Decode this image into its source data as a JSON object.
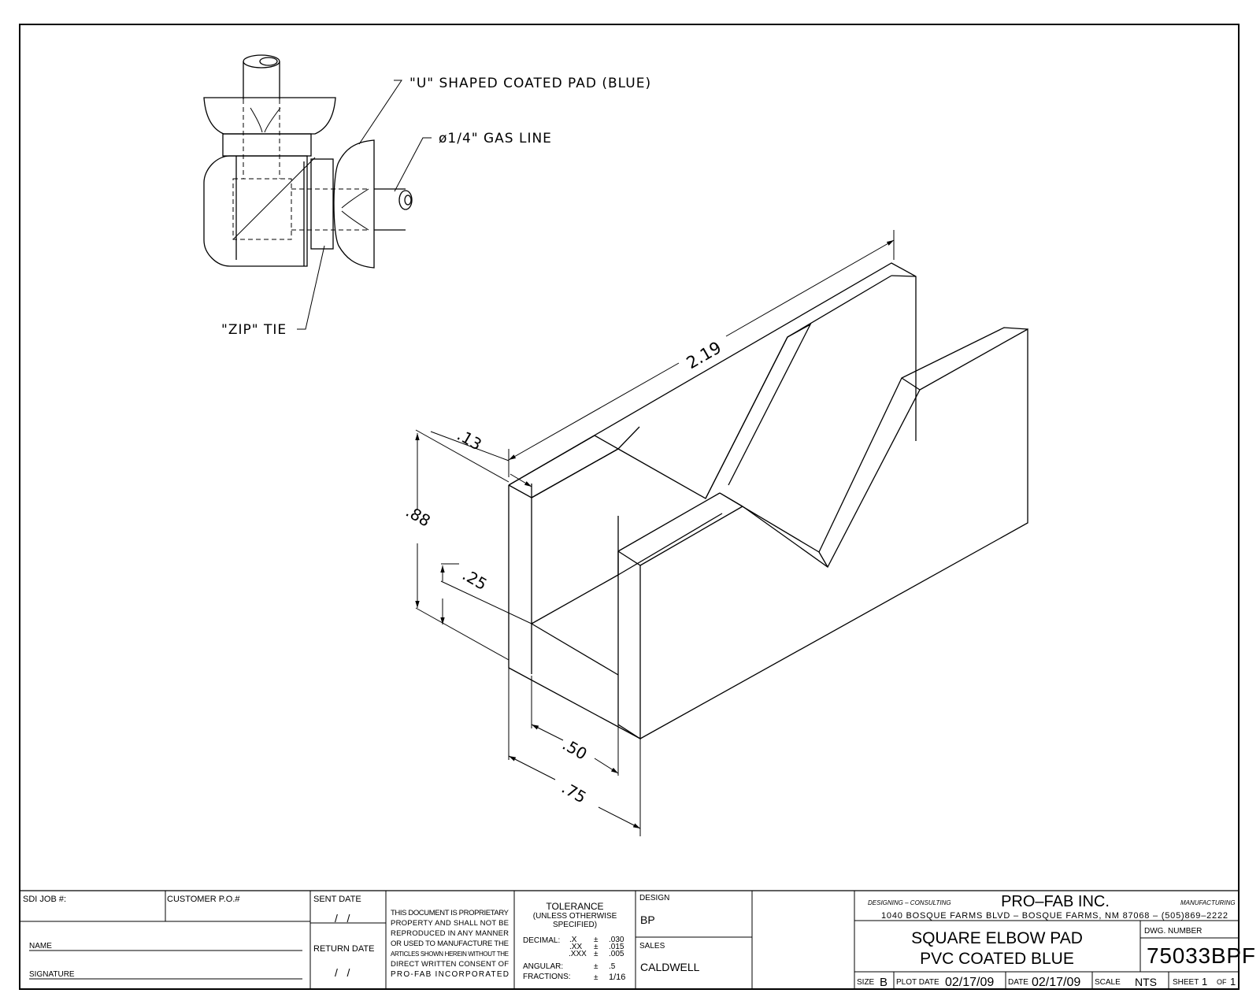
{
  "callouts": {
    "u_pad": "\"U\" SHAPED COATED PAD (BLUE)",
    "gas_line": "ø1/4\" GAS LINE",
    "zip_tie": "\"ZIP\" TIE"
  },
  "dimensions": {
    "length": "2.19",
    "wall": ".13",
    "height": ".88",
    "base": ".25",
    "inner_width": ".50",
    "outer_width": ".75"
  },
  "title_block": {
    "job_label": "SDI JOB #:",
    "customer_po_label": "CUSTOMER P.O.#",
    "name_label": "NAME",
    "signature_label": "SIGNATURE",
    "sent_date_label": "SENT DATE",
    "sent_date_value": "/   /",
    "return_date_label": "RETURN DATE",
    "return_date_value": "/   /",
    "proprietary_lines": [
      "THIS DOCUMENT IS PROPRIETARY",
      "PROPERTY AND SHALL NOT BE",
      "REPRODUCED IN ANY MANNER",
      "OR USED TO MANUFACTURE THE",
      "ARTICLES SHOWN HEREIN WITHOUT THE",
      "DIRECT WRITTEN CONSENT OF",
      "PRO-FAB INCORPORATED"
    ],
    "tolerance_title": "TOLERANCE",
    "tolerance_sub1": "(UNLESS OTHERWISE",
    "tolerance_sub2": "SPECIFIED)",
    "decimal_label": "DECIMAL:",
    "decimal_x": ".X",
    "decimal_xx": ".XX",
    "decimal_xxx": ".XXX",
    "pm": "±",
    "tol_x": ".030",
    "tol_xx": ".015",
    "tol_xxx": ".005",
    "angular_label": "ANGULAR:",
    "angular_value": ".5",
    "fractions_label": "FRACTIONS:",
    "fractions_value": "1/16",
    "design_label": "DESIGN",
    "design_value": "BP",
    "sales_label": "SALES",
    "sales_value": "CALDWELL",
    "designing": "DESIGNING – CONSULTING",
    "company": "PRO–FAB INC.",
    "manufacturing": "MANUFACTURING",
    "address": "1040 BOSQUE FARMS BLVD – BOSQUE FARMS, NM 87068 – (505)869–2222",
    "part_line1": "SQUARE ELBOW PAD",
    "part_line2": "PVC COATED BLUE",
    "dwg_label": "DWG. NUMBER",
    "dwg_number": "75033BPF",
    "size_label": "SIZE",
    "size_value": "B",
    "plot_date_label": "PLOT DATE",
    "plot_date_value": "02/17/09",
    "date_label": "DATE",
    "date_value": "02/17/09",
    "scale_label": "SCALE",
    "scale_value": "NTS",
    "sheet_label": "SHEET",
    "sheet_value": "1",
    "of_label": "OF",
    "of_value": "1"
  }
}
